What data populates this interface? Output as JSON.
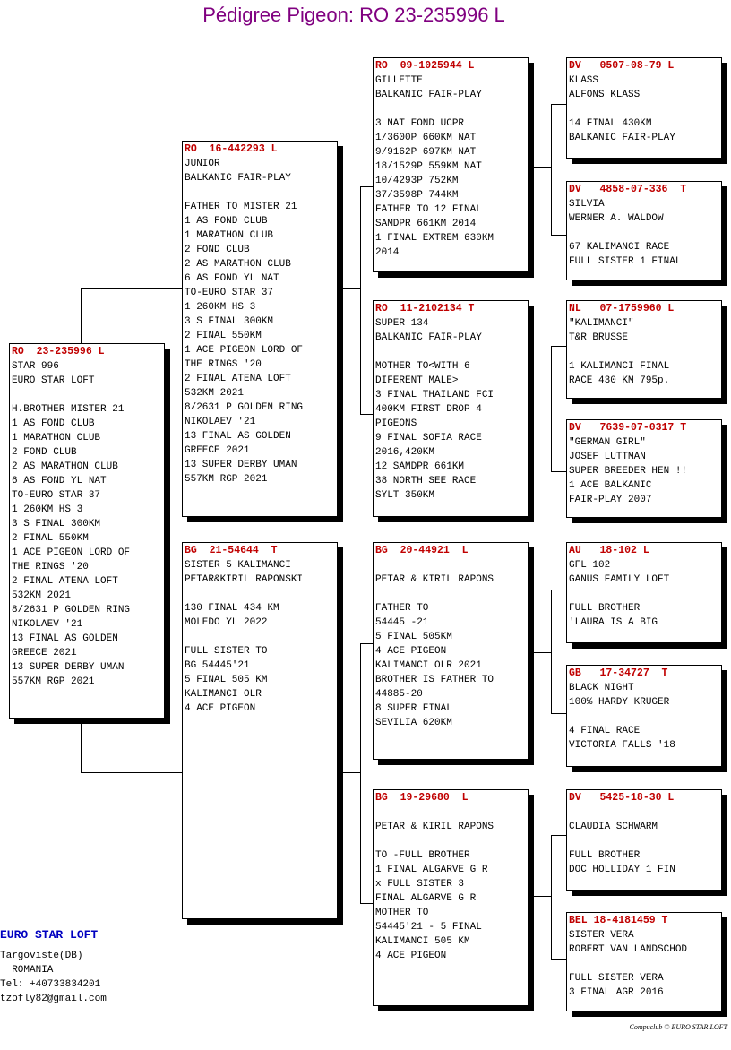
{
  "title": "Pédigree Pigeon: RO  23-235996 L",
  "boxes": [
    {
      "id": "subject",
      "header": "RO  23-235996 L",
      "lines": [
        "STAR 996",
        "EURO STAR LOFT",
        "",
        "H.BROTHER MISTER 21",
        "1 AS FOND CLUB",
        "1 MARATHON CLUB",
        "2 FOND CLUB",
        "2 AS MARATHON CLUB",
        "6 AS FOND YL NAT",
        "TO-EURO STAR 37",
        "1 260KM HS 3",
        "3 S FINAL 300KM",
        "2 FINAL 550KM",
        "1 ACE PIGEON LORD OF",
        "THE RINGS '20",
        "2 FINAL ATENA LOFT",
        "532KM 2021",
        "8/2631 P GOLDEN RING",
        "NIKOLAEV '21",
        "13 FINAL AS GOLDEN",
        "GREECE 2021",
        "13 SUPER DERBY UMAN",
        "557KM RGP 2021"
      ]
    },
    {
      "id": "sire",
      "header": "RO  16-442293 L",
      "lines": [
        "JUNIOR",
        "BALKANIC FAIR-PLAY",
        "",
        "FATHER TO MISTER 21",
        "1 AS FOND CLUB",
        "1 MARATHON CLUB",
        "2 FOND CLUB",
        "2 AS MARATHON CLUB",
        "6 AS FOND YL NAT",
        "TO-EURO STAR 37",
        "1 260KM HS 3",
        "3 S FINAL 300KM",
        "2 FINAL 550KM",
        "1 ACE PIGEON LORD OF",
        "THE RINGS '20",
        "2 FINAL ATENA LOFT",
        "532KM 2021",
        "8/2631 P GOLDEN RING",
        "NIKOLAEV '21",
        "13 FINAL AS GOLDEN",
        "GREECE 2021",
        "13 SUPER DERBY UMAN",
        "557KM RGP 2021"
      ]
    },
    {
      "id": "dam",
      "header": "BG  21-54644  T",
      "lines": [
        "SISTER 5 KALIMANCI",
        "PETAR&KIRIL RAPONSKI",
        "",
        "130 FINAL 434 KM",
        "MOLEDO YL 2022",
        "",
        "FULL SISTER TO",
        "BG 54445'21",
        "5 FINAL 505 KM",
        "KALIMANCI OLR",
        "4 ACE PIGEON"
      ]
    },
    {
      "id": "ss",
      "header": "RO  09-1025944 L",
      "lines": [
        "GILLETTE",
        "BALKANIC FAIR-PLAY",
        "",
        "3 NAT FOND UCPR",
        "1/3600P 660KM NAT",
        "9/9162P 697KM NAT",
        "18/1529P 559KM NAT",
        "10/4293P 752KM",
        "37/3598P 744KM",
        "FATHER TO 12 FINAL",
        "SAMDPR 661KM 2014",
        "1 FINAL EXTREM 630KM",
        "2014"
      ]
    },
    {
      "id": "sd",
      "header": "RO  11-2102134 T",
      "lines": [
        "SUPER 134",
        "BALKANIC FAIR-PLAY",
        "",
        "MOTHER TO<WITH 6",
        "DIFERENT MALE>",
        "3 FINAL THAILAND FCI",
        "400KM FIRST DROP 4",
        "PIGEONS",
        "9 FINAL SOFIA RACE",
        "2016,420KM",
        "12 SAMDPR 661KM",
        "38 NORTH SEE RACE",
        "SYLT 350KM"
      ]
    },
    {
      "id": "ds",
      "header": "BG  20-44921  L",
      "lines": [
        "",
        "PETAR & KIRIL RAPONS",
        "",
        "FATHER TO",
        "54445 -21",
        "5 FINAL 505KM",
        "4 ACE PIGEON",
        "KALIMANCI OLR 2021",
        "BROTHER IS FATHER TO",
        "44885-20",
        "8 SUPER FINAL",
        "SEVILIA 620KM"
      ]
    },
    {
      "id": "dd",
      "header": "BG  19-29680  L",
      "lines": [
        "",
        "PETAR & KIRIL RAPONS",
        "",
        "TO -FULL BROTHER",
        "1 FINAL ALGARVE G R",
        "x FULL SISTER 3",
        "FINAL ALGARVE G R",
        "MOTHER TO",
        "54445'21 - 5 FINAL",
        "KALIMANCI 505 KM",
        "4 ACE PIGEON"
      ]
    },
    {
      "id": "sss",
      "header": "DV   0507-08-79 L",
      "lines": [
        "KLASS",
        "ALFONS KLASS",
        "",
        "14 FINAL 430KM",
        "BALKANIC FAIR-PLAY"
      ]
    },
    {
      "id": "ssd",
      "header": "DV   4858-07-336  T",
      "lines": [
        "SILVIA",
        "WERNER A. WALDOW",
        "",
        "67 KALIMANCI RACE",
        "FULL SISTER 1 FINAL"
      ]
    },
    {
      "id": "sds",
      "header": "NL   07-1759960 L",
      "lines": [
        "\"KALIMANCI\"",
        "T&R BRUSSE",
        "",
        "1 KALIMANCI FINAL",
        "RACE 430 KM 795p."
      ]
    },
    {
      "id": "sdd",
      "header": "DV   7639-07-0317 T",
      "lines": [
        "\"GERMAN GIRL\"",
        "JOSEF LUTTMAN",
        "SUPER BREEDER HEN !!",
        "1 ACE BALKANIC",
        "FAIR-PLAY 2007"
      ]
    },
    {
      "id": "dss",
      "header": "AU   18-102 L",
      "lines": [
        "GFL 102",
        "GANUS FAMILY LOFT",
        "",
        "FULL BROTHER",
        "'LAURA IS A BIG"
      ]
    },
    {
      "id": "dsd",
      "header": "GB   17-34727  T",
      "lines": [
        "BLACK NIGHT",
        "100% HARDY KRUGER",
        "",
        "4 FINAL RACE",
        "VICTORIA FALLS '18"
      ]
    },
    {
      "id": "dds",
      "header": "DV   5425-18-30 L",
      "lines": [
        "",
        "CLAUDIA SCHWARM",
        "",
        "FULL BROTHER",
        "DOC HOLLIDAY 1 FIN"
      ]
    },
    {
      "id": "ddd",
      "header": "BEL 18-4181459 T",
      "lines": [
        "SISTER VERA",
        "ROBERT VAN LANDSCHOD",
        "",
        "FULL SISTER VERA",
        "3 FINAL AGR 2016"
      ]
    }
  ],
  "owner": {
    "name": "EURO STAR LOFT",
    "city": "Targoviste(DB)",
    "country": "  ROMANIA",
    "tel": "Tel: +40733834201",
    "email": "tzofly82@gmail.com"
  },
  "footer": "Compuclub ©  EURO STAR LOFT"
}
